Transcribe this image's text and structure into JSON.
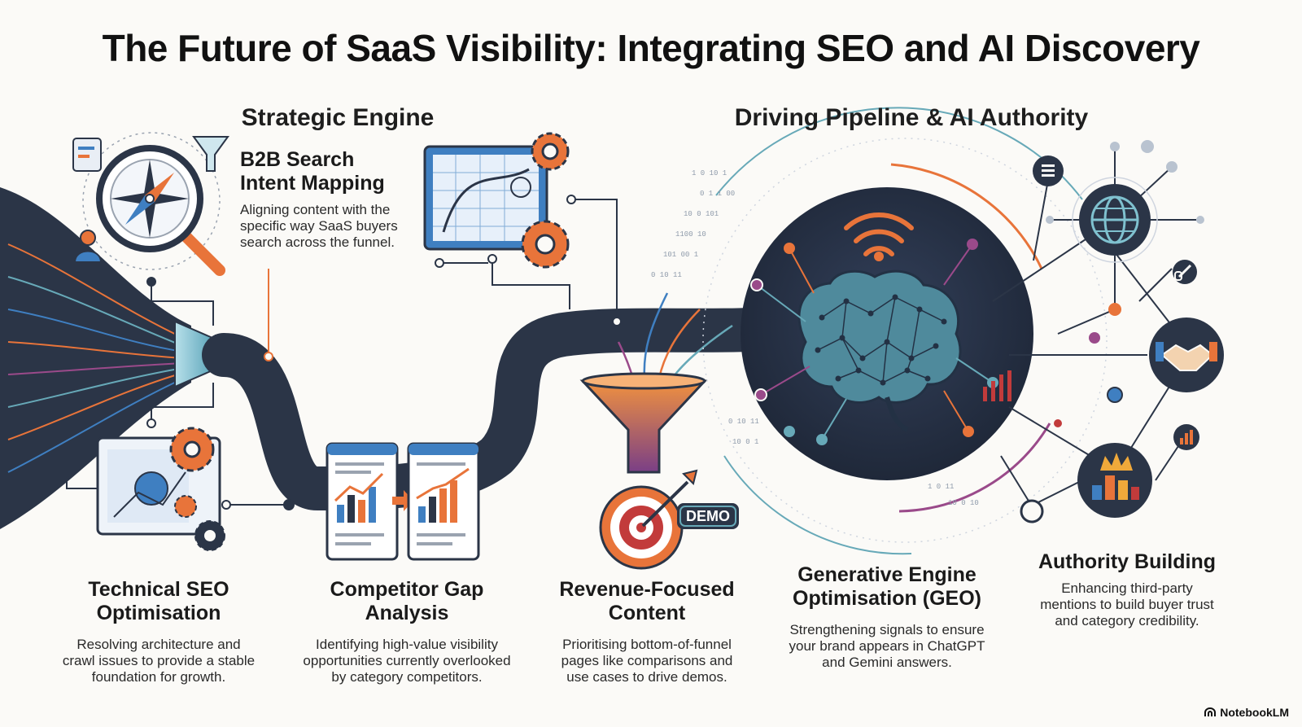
{
  "title": "The Future of SaaS Visibility: Integrating SEO and AI Discovery",
  "sections": {
    "strategic": "Strategic Engine",
    "pipeline": "Driving Pipeline & AI Authority"
  },
  "nodes": {
    "intent": {
      "heading": [
        "B2B Search",
        "Intent Mapping"
      ],
      "description": [
        "Aligning content with the",
        "specific way SaaS buyers",
        "search across the funnel."
      ]
    },
    "technical": {
      "heading": [
        "Technical SEO",
        "Optimisation"
      ],
      "description": [
        "Resolving architecture and",
        "crawl issues to provide a stable",
        "foundation for growth."
      ]
    },
    "competitor": {
      "heading": [
        "Competitor Gap",
        "Analysis"
      ],
      "description": [
        "Identifying high-value visibility",
        "opportunities currently overlooked",
        "by category competitors."
      ]
    },
    "revenue": {
      "heading": [
        "Revenue-Focused",
        "Content"
      ],
      "description": [
        "Prioritising bottom-of-funnel",
        "pages like comparisons and",
        "use cases to drive demos."
      ]
    },
    "geo": {
      "heading": [
        "Generative Engine",
        "Optimisation (GEO)"
      ],
      "description": [
        "Strengthening signals to ensure",
        "your brand appears in ChatGPT",
        "and Gemini answers."
      ]
    },
    "authority": {
      "heading": [
        "Authority Building"
      ],
      "description": [
        "Enhancing third-party",
        "mentions to build buyer trust",
        "and category credibility."
      ]
    }
  },
  "badges": {
    "demo": "DEMO"
  },
  "brand": "NotebookLM",
  "colors": {
    "navy": "#2b3547",
    "orange": "#e8743a",
    "blue": "#3f7fc1",
    "teal": "#67a9b8",
    "purple": "#9a4a8a"
  },
  "icons": [
    "compass-icon",
    "magnifier-icon",
    "funnel-icon",
    "gear-icon",
    "brain-icon",
    "globe-icon",
    "handshake-icon",
    "crown-icon",
    "target-icon",
    "chart-icon",
    "wifi-icon",
    "link-icon"
  ]
}
